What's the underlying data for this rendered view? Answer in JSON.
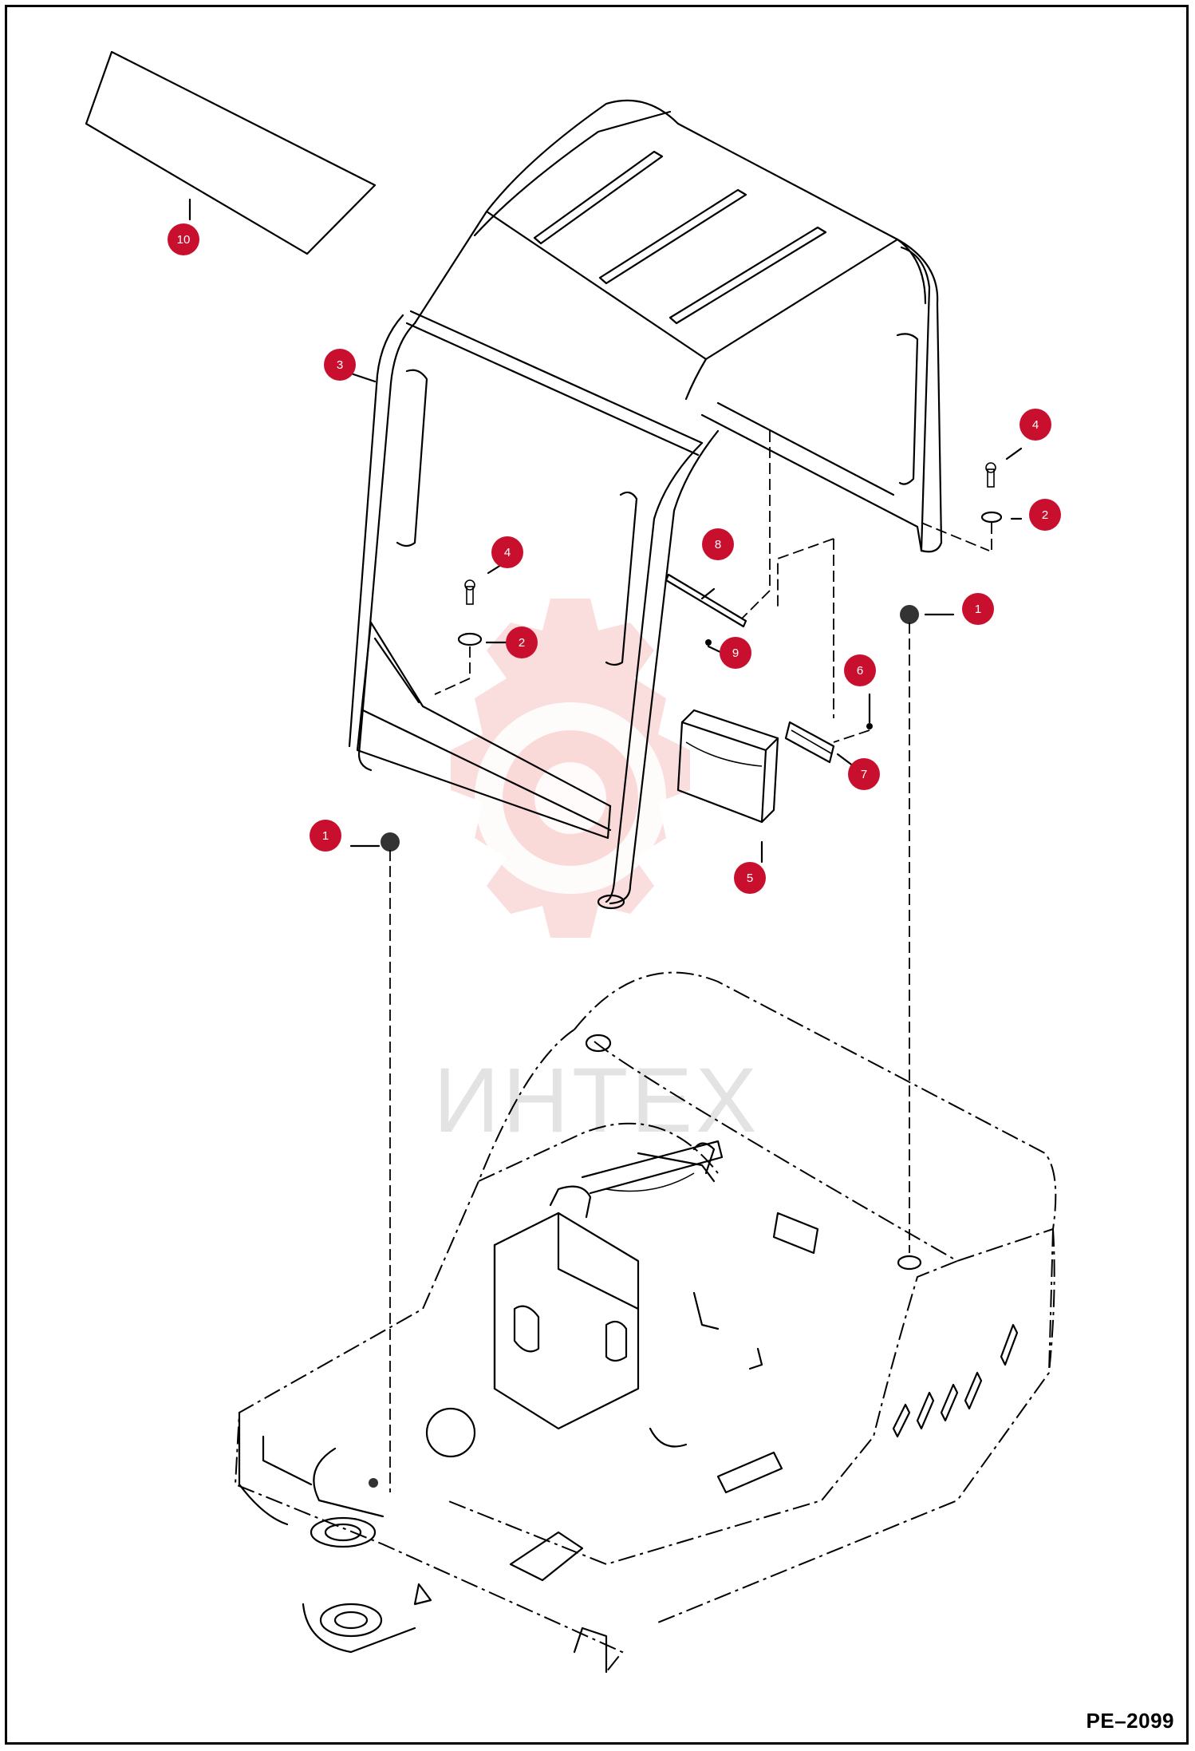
{
  "diagram": {
    "code": "PE–2099",
    "watermark_text": "ИНТЕХ",
    "callout_color": "#c8102e",
    "watermark_color": "#f7c6c6",
    "callouts": [
      {
        "id": "callout-10",
        "label": "10"
      },
      {
        "id": "callout-3",
        "label": "3"
      },
      {
        "id": "callout-4-right",
        "label": "4"
      },
      {
        "id": "callout-2-right",
        "label": "2"
      },
      {
        "id": "callout-1-right",
        "label": "1"
      },
      {
        "id": "callout-4-left",
        "label": "4"
      },
      {
        "id": "callout-2-left",
        "label": "2"
      },
      {
        "id": "callout-8",
        "label": "8"
      },
      {
        "id": "callout-9",
        "label": "9"
      },
      {
        "id": "callout-6",
        "label": "6"
      },
      {
        "id": "callout-7",
        "label": "7"
      },
      {
        "id": "callout-1-left",
        "label": "1"
      },
      {
        "id": "callout-5",
        "label": "5"
      }
    ]
  }
}
